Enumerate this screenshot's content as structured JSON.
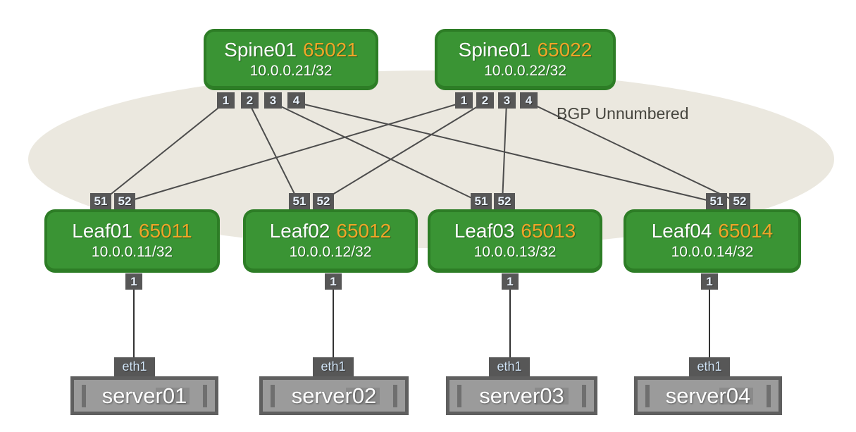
{
  "diagram": {
    "label": "BGP Unnumbered",
    "spines": [
      {
        "name": "Spine01",
        "asn": "65021",
        "ip": "10.0.0.21/32",
        "ports": [
          "1",
          "2",
          "3",
          "4"
        ]
      },
      {
        "name": "Spine01",
        "asn": "65022",
        "ip": "10.0.0.22/32",
        "ports": [
          "1",
          "2",
          "3",
          "4"
        ]
      }
    ],
    "leaves": [
      {
        "name": "Leaf01",
        "asn": "65011",
        "ip": "10.0.0.11/32",
        "uplink_ports": [
          "51",
          "52"
        ],
        "host_port": "1"
      },
      {
        "name": "Leaf02",
        "asn": "65012",
        "ip": "10.0.0.12/32",
        "uplink_ports": [
          "51",
          "52"
        ],
        "host_port": "1"
      },
      {
        "name": "Leaf03",
        "asn": "65013",
        "ip": "10.0.0.13/32",
        "uplink_ports": [
          "51",
          "52"
        ],
        "host_port": "1"
      },
      {
        "name": "Leaf04",
        "asn": "65014",
        "ip": "10.0.0.14/32",
        "uplink_ports": [
          "51",
          "52"
        ],
        "host_port": "1"
      }
    ],
    "servers": [
      {
        "name": "server01",
        "nic": "eth1"
      },
      {
        "name": "server02",
        "nic": "eth1"
      },
      {
        "name": "server03",
        "nic": "eth1"
      },
      {
        "name": "server04",
        "nic": "eth1"
      }
    ],
    "links": [
      {
        "from": "Spine01(65021).1",
        "to": "Leaf01.51"
      },
      {
        "from": "Spine01(65021).2",
        "to": "Leaf02.51"
      },
      {
        "from": "Spine01(65021).3",
        "to": "Leaf03.51"
      },
      {
        "from": "Spine01(65021).4",
        "to": "Leaf04.51"
      },
      {
        "from": "Spine01(65022).1",
        "to": "Leaf01.52"
      },
      {
        "from": "Spine01(65022).2",
        "to": "Leaf02.52"
      },
      {
        "from": "Spine01(65022).3",
        "to": "Leaf03.52"
      },
      {
        "from": "Spine01(65022).4",
        "to": "Leaf04.52"
      },
      {
        "from": "Leaf01.1",
        "to": "server01.eth1"
      },
      {
        "from": "Leaf02.1",
        "to": "server02.eth1"
      },
      {
        "from": "Leaf03.1",
        "to": "server03.eth1"
      },
      {
        "from": "Leaf04.1",
        "to": "server04.eth1"
      }
    ],
    "colors": {
      "node_fill": "#3a9434",
      "node_border": "#2d7d26",
      "asn": "#f0a528",
      "port_fill": "#575757",
      "link": "#4c4c4c",
      "ellipse": "#ebe8df",
      "server_fill": "#9b9b9b",
      "server_border": "#5f5f5f"
    }
  }
}
